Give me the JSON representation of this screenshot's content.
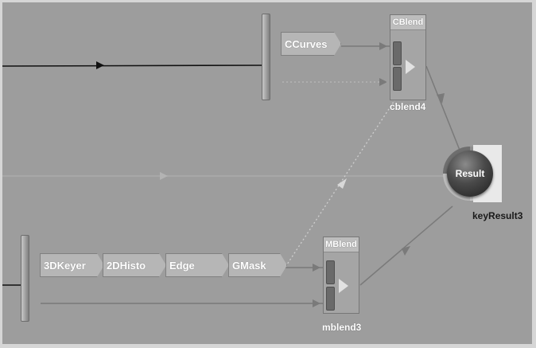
{
  "nodes": {
    "ccurves": "CCurves",
    "keyer3d": "3DKeyer",
    "histo2d": "2DHisto",
    "edge": "Edge",
    "gmask": "GMask"
  },
  "cblend": {
    "header": "CBlend",
    "name": "cblend4"
  },
  "mblend": {
    "header": "MBlend",
    "name": "mblend3"
  },
  "result": {
    "label": "Result",
    "name": "keyResult3"
  },
  "colors": {
    "background": "#9d9d9d",
    "wire": "#7a7a7a",
    "wire_dark": "#111111",
    "dotted_wire": "#c9c9c9"
  },
  "icons": [
    "output-arrow-icon",
    "input-port-icon",
    "wire-arrow-icon"
  ]
}
